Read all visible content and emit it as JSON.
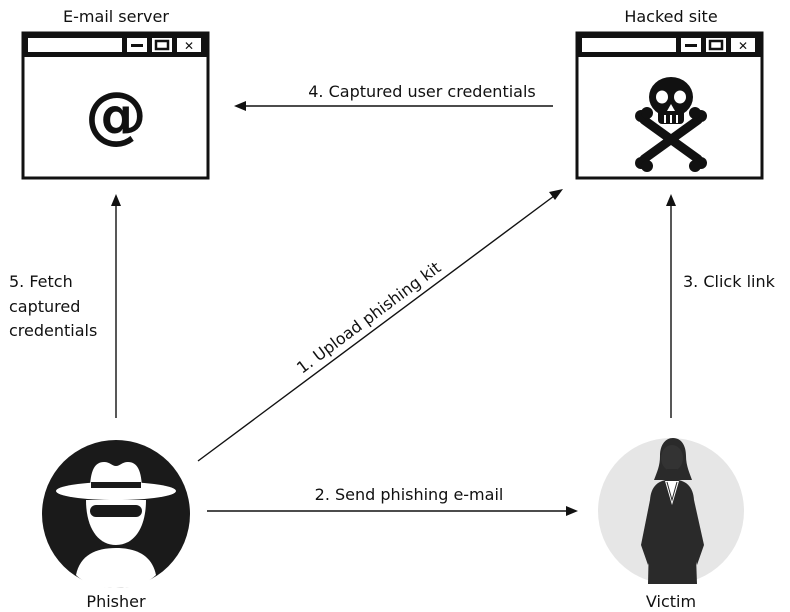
{
  "nodes": {
    "email_server": {
      "label": "E-mail server",
      "icon": "at-sign-icon",
      "icon_text": "@"
    },
    "hacked_site": {
      "label": "Hacked site",
      "icon": "skull-crossbones-icon"
    },
    "phisher": {
      "label": "Phisher",
      "icon": "hat-mask-figure-icon",
      "circle_color": "#1a1a1a"
    },
    "victim": {
      "label": "Victim",
      "icon": "businesswoman-figure-icon",
      "circle_color": "#e6e6e6"
    }
  },
  "edges": [
    {
      "id": "upload",
      "label": "1. Upload phishing kit",
      "from": "phisher",
      "to": "hacked_site"
    },
    {
      "id": "send",
      "label": "2. Send phishing e-mail",
      "from": "phisher",
      "to": "victim"
    },
    {
      "id": "click",
      "label": "3. Click link",
      "from": "victim",
      "to": "hacked_site"
    },
    {
      "id": "capture",
      "label": "4. Captured user credentials",
      "from": "hacked_site",
      "to": "email_server"
    },
    {
      "id": "fetch",
      "label_lines": [
        "5. Fetch",
        "captured",
        "credentials"
      ],
      "from": "phisher",
      "to": "email_server"
    }
  ],
  "window_controls": [
    "minimize-icon",
    "maximize-icon",
    "close-icon"
  ],
  "close_glyph": "✕"
}
